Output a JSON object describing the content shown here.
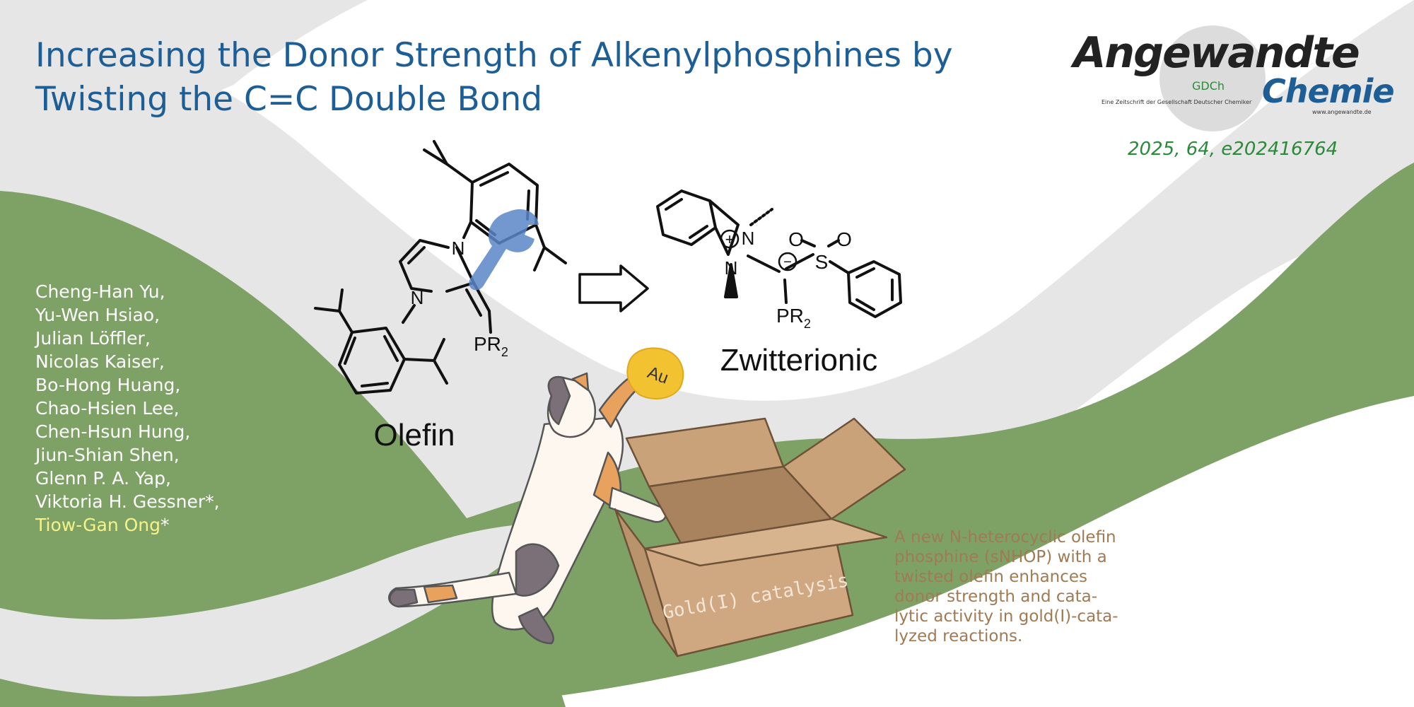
{
  "title": {
    "line1": "Increasing the Donor Strength of Alkenylphosphines by",
    "line2": "Twisting the C=C Double Bond"
  },
  "journal": {
    "name": "Angewandte",
    "subname": "Chemie",
    "society_abbr": "GDCh",
    "tagline": "Eine Zeitschrift der Gesellschaft Deutscher Chemiker",
    "url": "www.angewandte.de",
    "citation": "2025, 64, e202416764"
  },
  "authors": [
    {
      "name": "Cheng-Han Yu,",
      "highlight": false
    },
    {
      "name": "Yu-Wen Hsiao,",
      "highlight": false
    },
    {
      "name": "Julian Löffler,",
      "highlight": false
    },
    {
      "name": "Nicolas Kaiser,",
      "highlight": false
    },
    {
      "name": "Bo-Hong Huang,",
      "highlight": false
    },
    {
      "name": "Chao-Hsien Lee,",
      "highlight": false
    },
    {
      "name": "Chen-Hsun Hung,",
      "highlight": false
    },
    {
      "name": "Jiun-Shian Shen,",
      "highlight": false
    },
    {
      "name": "Glenn P. A. Yap,",
      "highlight": false
    },
    {
      "name": "Viktoria H. Gessner*,",
      "highlight": false
    },
    {
      "name": "Tiow-Gan Ong",
      "suffix": "*",
      "highlight": true
    }
  ],
  "graphic": {
    "left_label": "Olefin",
    "right_label": "Zwitterionic",
    "pr2_left": "PR",
    "pr2_right": "PR",
    "pr2_sub": "2",
    "n_label": "N",
    "s_label": "S",
    "o_label": "O",
    "plus_label": "+",
    "minus_label": "−",
    "gold_label": "Au",
    "box_label": "Gold(I) catalysis"
  },
  "summary": [
    "A new N-heterocyclic olefin",
    "phosphine (sNHOP) with a",
    "twisted olefin enhances",
    "donor strength and cata-",
    "lytic activity in gold(I)-cata-",
    "lyzed reactions."
  ],
  "colors": {
    "title": "#1d5e96",
    "green_band": "#7ea266",
    "gray_band": "#e6e6e6",
    "citation": "#2b8a3a",
    "highlight_author": "#f6f28a",
    "summary": "#a07a52",
    "box": "#c9a27a",
    "gold": "#f2c230",
    "wrench": "#5b86c8"
  }
}
